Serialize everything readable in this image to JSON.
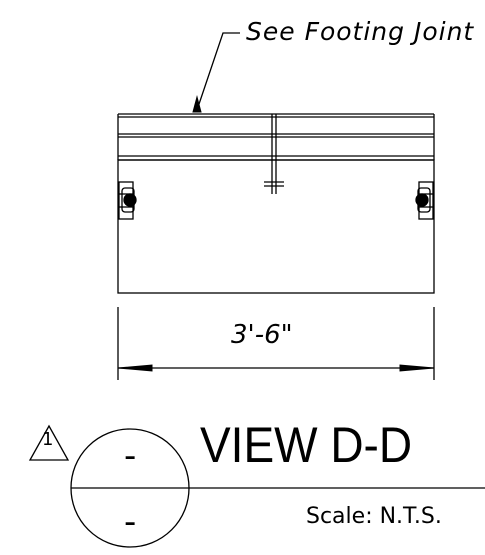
{
  "callout": {
    "text": "See Footing Joint"
  },
  "dimension": {
    "text": "3'-6\""
  },
  "view": {
    "title": "VIEW D-D",
    "scale": "Scale: N.T.S.",
    "bubble_top": "-",
    "bubble_bottom": "-"
  },
  "revision": {
    "number": "1"
  }
}
